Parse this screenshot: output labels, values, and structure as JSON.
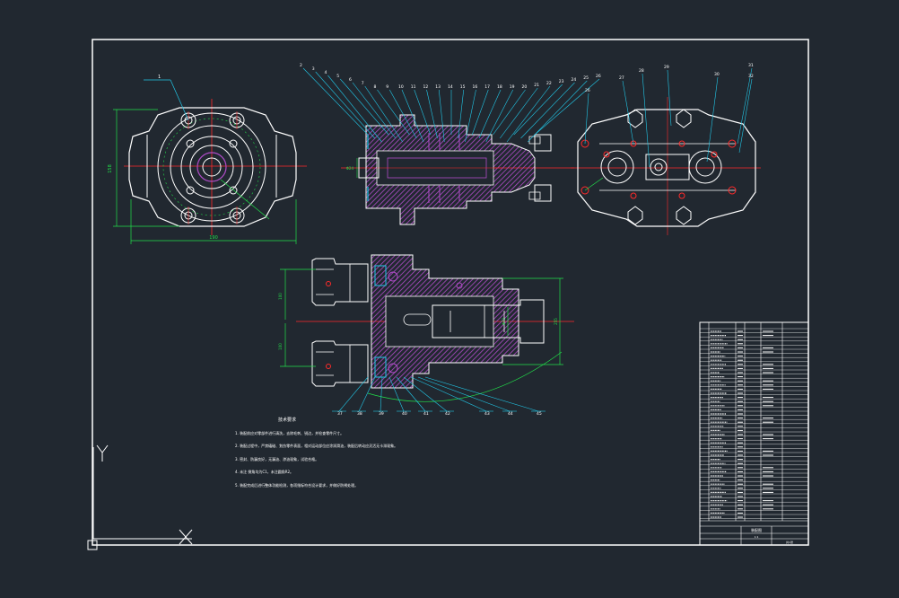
{
  "app": {
    "background": "#212830",
    "frame_color": "#ffffff",
    "centerline_color": "#ff2a2a",
    "dimension_color": "#22e04a",
    "leader_color": "#22c8e8",
    "hatch_color": "#b04cc8",
    "outline_color": "#ffffff"
  },
  "drawing": {
    "views": [
      "front-view",
      "section-view",
      "side-view",
      "plan-view"
    ],
    "front_view": {
      "balloon": "1",
      "dim_width": "190",
      "dim_height": "158"
    },
    "section_view": {
      "balloons_top": [
        "2",
        "3",
        "4",
        "5",
        "6",
        "7",
        "8",
        "9",
        "10",
        "11",
        "12",
        "13",
        "14",
        "15",
        "16",
        "17",
        "18",
        "19",
        "20",
        "21",
        "22",
        "23",
        "24",
        "25",
        "26"
      ],
      "dim_left": "Φ24"
    },
    "side_view": {
      "balloons_top": [
        "26",
        "27",
        "28",
        "29",
        "30",
        "31",
        "32"
      ]
    },
    "plan_view": {
      "balloons_bottom": [
        "37",
        "38",
        "39",
        "40",
        "41",
        "42",
        "43",
        "44",
        "45"
      ],
      "dim_left_upper": "100",
      "dim_left_lower": "100",
      "dim_right": "255",
      "dim_mid": "Φ72"
    },
    "tech_requirements": {
      "title": "技术要求",
      "lines": [
        "1. 装配前应对零部件进行清洗，去除毛刺、锐边，并检查零件尺寸。",
        "2. 装配过程中，严禁磕碰、划伤零件表面，相对运动部位应涂润滑油，装配后转动应灵活无卡滞现象。",
        "3. 密封、防漏良好，无漏油、渗油现象，试验合格。",
        "4. 未注 倒角均为C1，未注圆角R2。",
        "5. 装配完成后进行整体功能检测，各项指标符合设计要求，并做好防锈处理。"
      ]
    },
    "title_block": {
      "drawing_name": "装配图",
      "scale": "1:1",
      "sheet": "共1张"
    }
  },
  "ucs": {
    "x_label": "X",
    "y_label": "Y"
  }
}
